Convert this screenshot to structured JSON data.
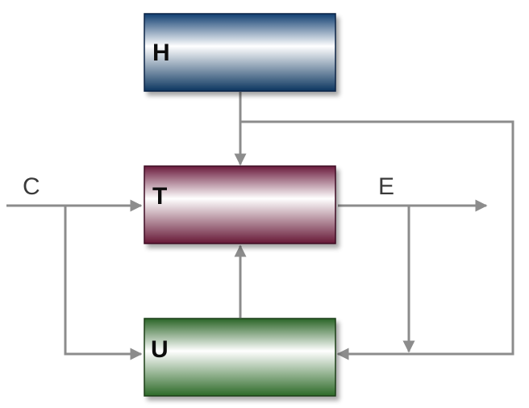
{
  "blocks": {
    "h": {
      "label": "H",
      "color": "#0d3a6e"
    },
    "t": {
      "label": "T",
      "color": "#6e1a3e"
    },
    "u": {
      "label": "U",
      "color": "#2f6a2a"
    }
  },
  "signals": {
    "input": "C",
    "output": "E"
  },
  "wire_color": "#8c8c8c"
}
